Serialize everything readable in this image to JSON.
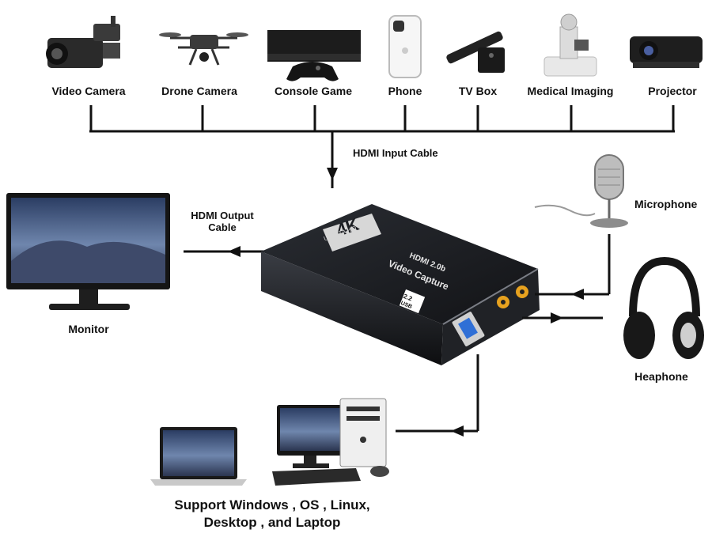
{
  "devices": [
    {
      "label": "Video Camera",
      "icon": "video-camera-icon"
    },
    {
      "label": "Drone Camera",
      "icon": "drone-icon"
    },
    {
      "label": "Console Game",
      "icon": "game-console-icon"
    },
    {
      "label": "Phone",
      "icon": "phone-icon"
    },
    {
      "label": "TV Box",
      "icon": "tv-box-icon"
    },
    {
      "label": "Medical Imaging",
      "icon": "medical-imaging-icon"
    },
    {
      "label": "Projector",
      "icon": "projector-icon"
    }
  ],
  "cables": {
    "hdmi_input": "HDMI Input Cable",
    "hdmi_output_line1": "HDMI Output",
    "hdmi_output_line2": "Cable"
  },
  "peripherals": {
    "monitor": "Monitor",
    "microphone": "Microphone",
    "headphone": "Heaphone"
  },
  "capture_device": {
    "logo_main": "4K",
    "logo_sub": "ULTRAHD",
    "model_line1": "HDMI 2.0b",
    "model_line2": "Video Capture",
    "badge_top": "2.2",
    "badge_bottom": "USB"
  },
  "support": {
    "line1": "Support Windows , OS , Linux,",
    "line2": "Desktop ,   and Laptop"
  },
  "colors": {
    "line": "#111111",
    "device_body": "#1b1d22",
    "device_accent": "#c9c9c9",
    "usb_blue": "#2f6fd6",
    "audio_jack": "#e7a21f",
    "screen_sky": "#6a7fa6"
  }
}
